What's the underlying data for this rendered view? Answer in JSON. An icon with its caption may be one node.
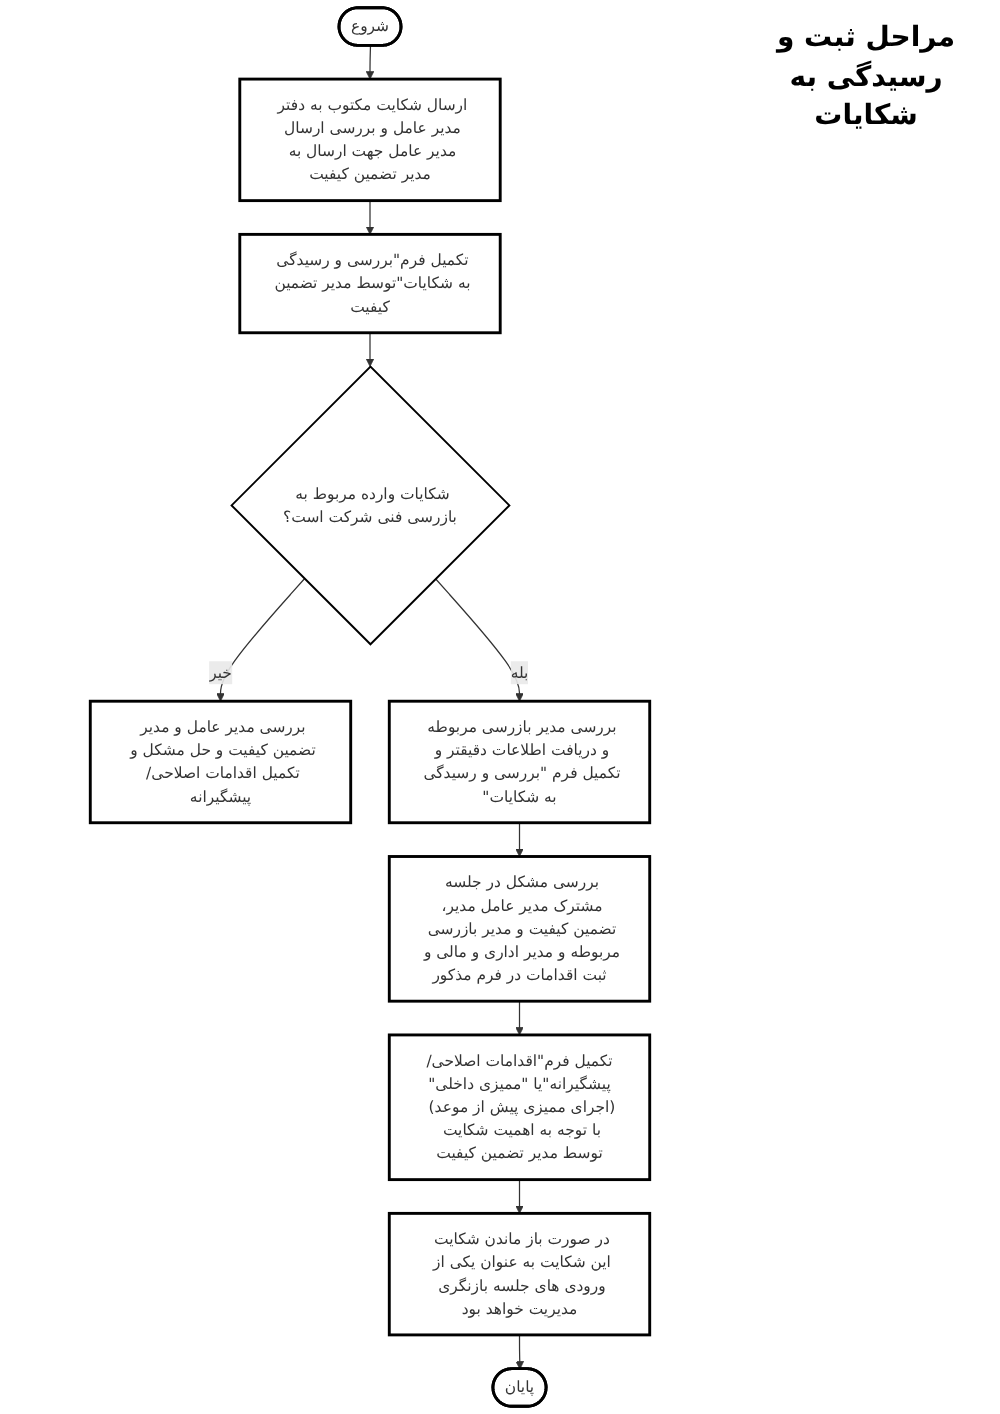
{
  "diagram": {
    "title": "مراحل ثبت و رسیدگی به شکایات",
    "nodes": [
      {
        "text": [
          "شروع"
        ]
      },
      {
        "text": [
          "ارسال شکایت مکتوب به دفتر مدیر عامل و بررسی ارسال مدیر عامل جهت ارسال به مدیر تضمین کیفیت"
        ]
      },
      {
        "text": [
          "تکمیل فرم\"بررسی و رسیدگی به شکایات\"توسط مدیر تضمین کیفیت"
        ]
      },
      {
        "text": [
          "شکایات وارده مربوط به بازرسی فنی شرکت است؟"
        ]
      },
      {
        "text": [
          "بررسی مدیر عامل و مدیر تضمین کیفیت و حل مشکل و تکمیل اقدامات اصلاحی/ پیشگیرانه"
        ]
      },
      {
        "text": [
          "بررسی مدیر بازرسی مربوطه و دریافت اطلاعات دقیقتر و تکمیل فرم \"بررسی و رسیدگی به شکایات\""
        ]
      },
      {
        "text": [
          "بررسی مشکل در جلسه مشترک مدیر عامل مدیر، تضمین کیفیت و مدیر بازرسی مربوطه و مدیر اداری و مالی و ثبت اقدامات در فرم مذکور"
        ]
      },
      {
        "text": [
          "تکمیل فرم\"اقدامات اصلاحی/پیشگیرانه\"یا \"ممیزی داخلی\"(اجرای ممیزی پیش از موعد) با توجه به اهمیت شکایت توسط مدیر تضمین کیفیت"
        ]
      },
      {
        "text": [
          "در صورت باز ماندن شکایت این شکایت به عنوان یکی از ورودی های جلسه بازنگری مدیریت خواهد بود"
        ]
      },
      {
        "text": [
          "پایان"
        ]
      }
    ],
    "edges": [
      {
        "from": 0,
        "to": 1,
        "arrow": "to"
      },
      {
        "from": 1,
        "to": 2,
        "arrow": "to"
      },
      {
        "from": 2,
        "to": 3,
        "arrow": "to"
      },
      {
        "from": 3,
        "to": 4,
        "arrow": "to",
        "label": "خیر"
      },
      {
        "from": 3,
        "to": 5,
        "arrow": "to",
        "label": "بله"
      },
      {
        "from": 5,
        "to": 6,
        "arrow": "to"
      },
      {
        "from": 6,
        "to": 7,
        "arrow": "to"
      },
      {
        "from": 7,
        "to": 8,
        "arrow": "to"
      },
      {
        "from": 8,
        "to": 9,
        "arrow": "to"
      }
    ]
  }
}
